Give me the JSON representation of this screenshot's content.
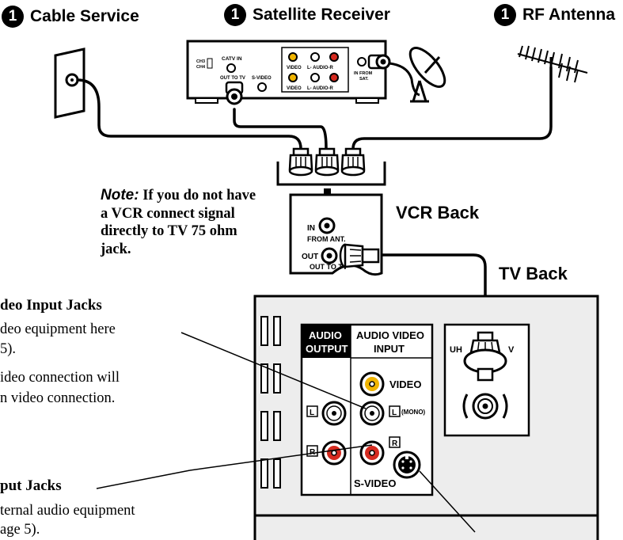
{
  "badge_number": "1",
  "sources": {
    "cable": "Cable Service",
    "satellite": "Satellite Receiver",
    "antenna": "RF Antenna"
  },
  "satellite_receiver": {
    "ch_label": "CH3\nCH4",
    "catv_in": "CATV IN",
    "out_to_tv": "OUT TO TV",
    "s_video": "S-VIDEO",
    "video_top": "VIDEO",
    "audio_top": "L- AUDIO-R",
    "video_bottom": "VIDEO",
    "audio_bottom": "L- AUDIO-R",
    "in_from_sat": "IN FROM\nSAT."
  },
  "note": {
    "label": "Note:",
    "text": " If you do not have a VCR connect signal directly to TV 75 ohm jack."
  },
  "vcr": {
    "heading": "VCR Back",
    "in_label": "IN",
    "from_ant": "FROM ANT.",
    "out_label": "OUT",
    "out_to_tv": "OUT TO TV"
  },
  "tv": {
    "heading": "TV Back",
    "audio_output": "AUDIO\nOUTPUT",
    "audio_video_input": "AUDIO VIDEO\nINPUT",
    "video": "VIDEO",
    "l": "L",
    "mono": "(MONO)",
    "r": "R",
    "s_video": "S-VIDEO",
    "antenna_left": "UH",
    "antenna_right": "V"
  },
  "left_text": {
    "av_title": "deo Input Jacks",
    "av_line1": "deo equipment here",
    "av_line2": "5).",
    "av_line3": "ideo connection will",
    "av_line4": "n video connection.",
    "audio_title": "put Jacks",
    "audio_line1": "ternal audio equipment",
    "audio_line2": "age 5)."
  }
}
